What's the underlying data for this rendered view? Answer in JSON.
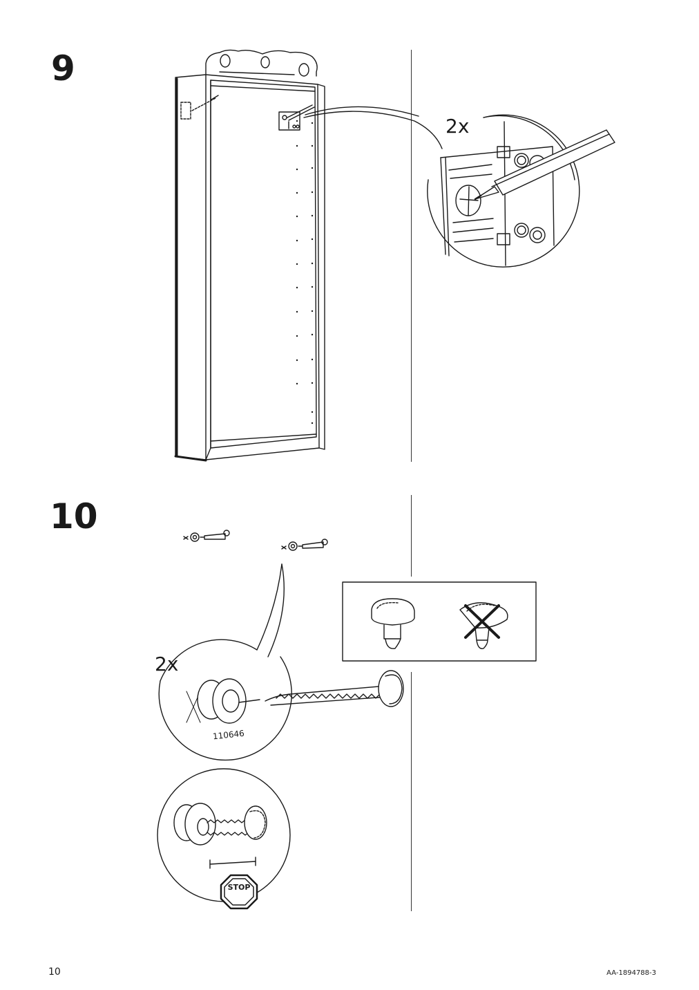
{
  "steps": [
    {
      "number": "9",
      "quantity": "2x"
    },
    {
      "number": "10",
      "quantity": "2x",
      "part_number": "110646",
      "stop_label": "STOP"
    }
  ],
  "footer": {
    "page_number": "10",
    "document_code": "AA-1894788-3"
  },
  "icons": [
    "pencil-icon",
    "screw-icon",
    "washer-icon",
    "stop-sign-icon",
    "cross-icon"
  ]
}
